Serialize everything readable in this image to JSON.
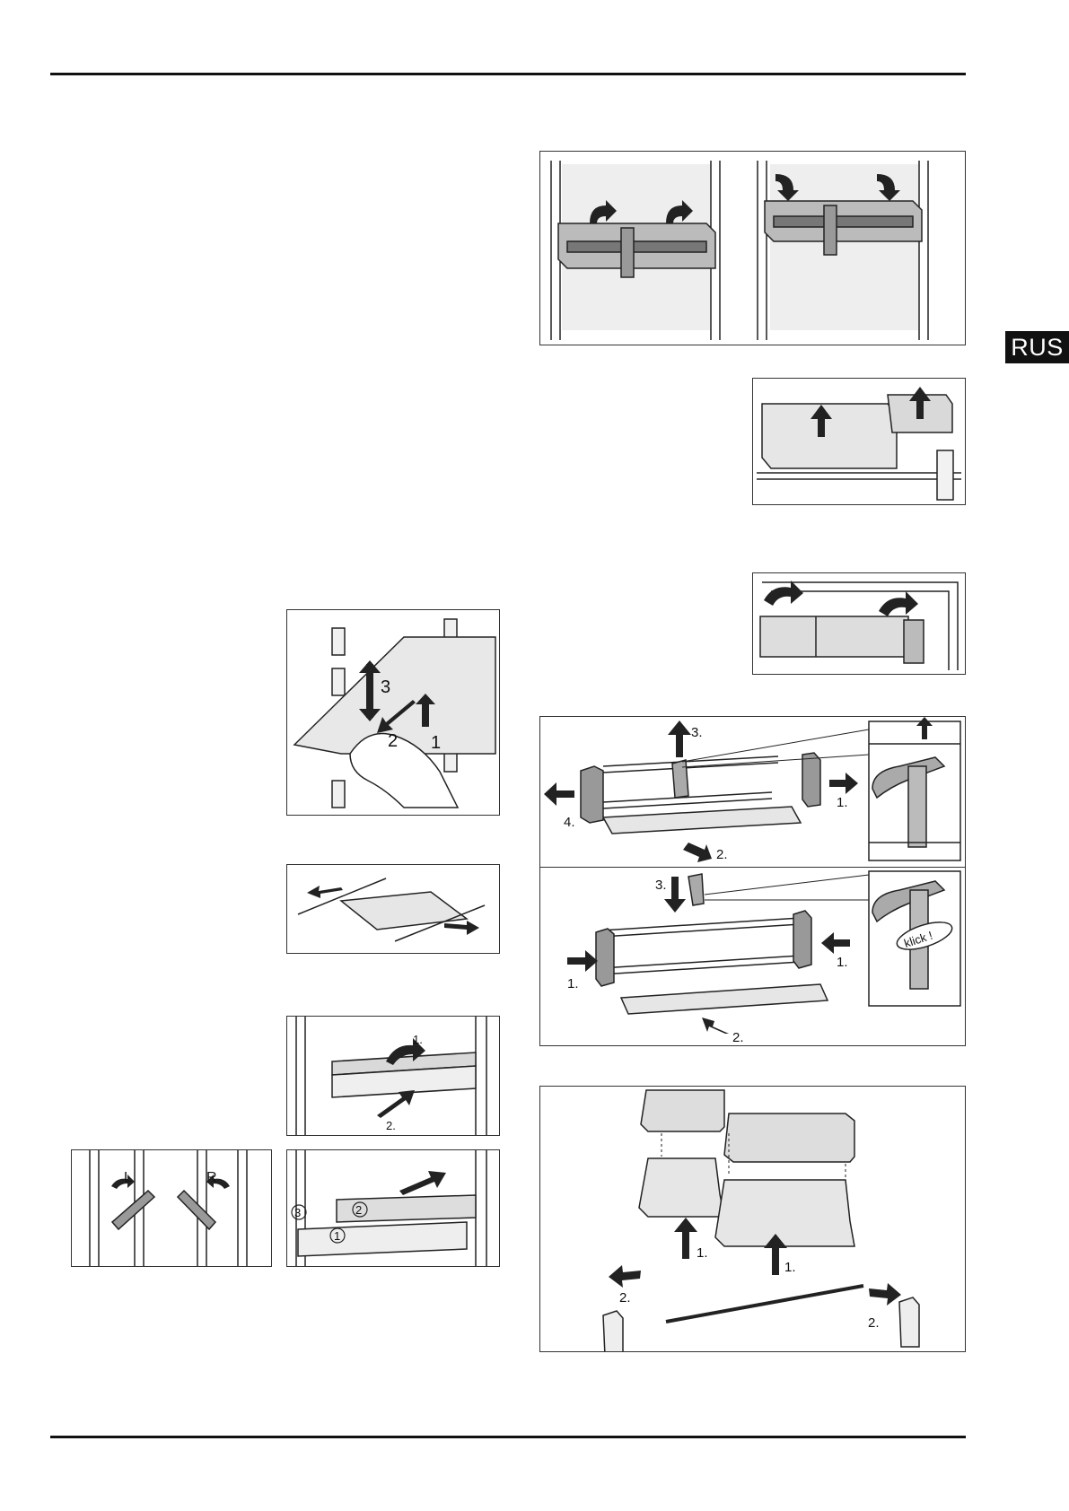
{
  "language_tab": "RUS",
  "figures": {
    "shelf_lift": {
      "labels": [
        "3",
        "2",
        "1"
      ]
    },
    "split_shelf": {
      "labels": [
        "1.",
        "2."
      ]
    },
    "shelf_clips": {
      "labels": [
        "L",
        "R"
      ]
    },
    "numbered_shelf": {
      "labels": [
        "3",
        "2",
        "1"
      ]
    },
    "rail_disassembly": {
      "labels": [
        "3.",
        "4.",
        "1.",
        "2."
      ]
    },
    "rail_assembly": {
      "labels": [
        "3.",
        "1.",
        "1.",
        "2.",
        "klick !"
      ]
    },
    "door_bins": {
      "labels": [
        "1.",
        "2.",
        "1.",
        "2."
      ]
    }
  }
}
